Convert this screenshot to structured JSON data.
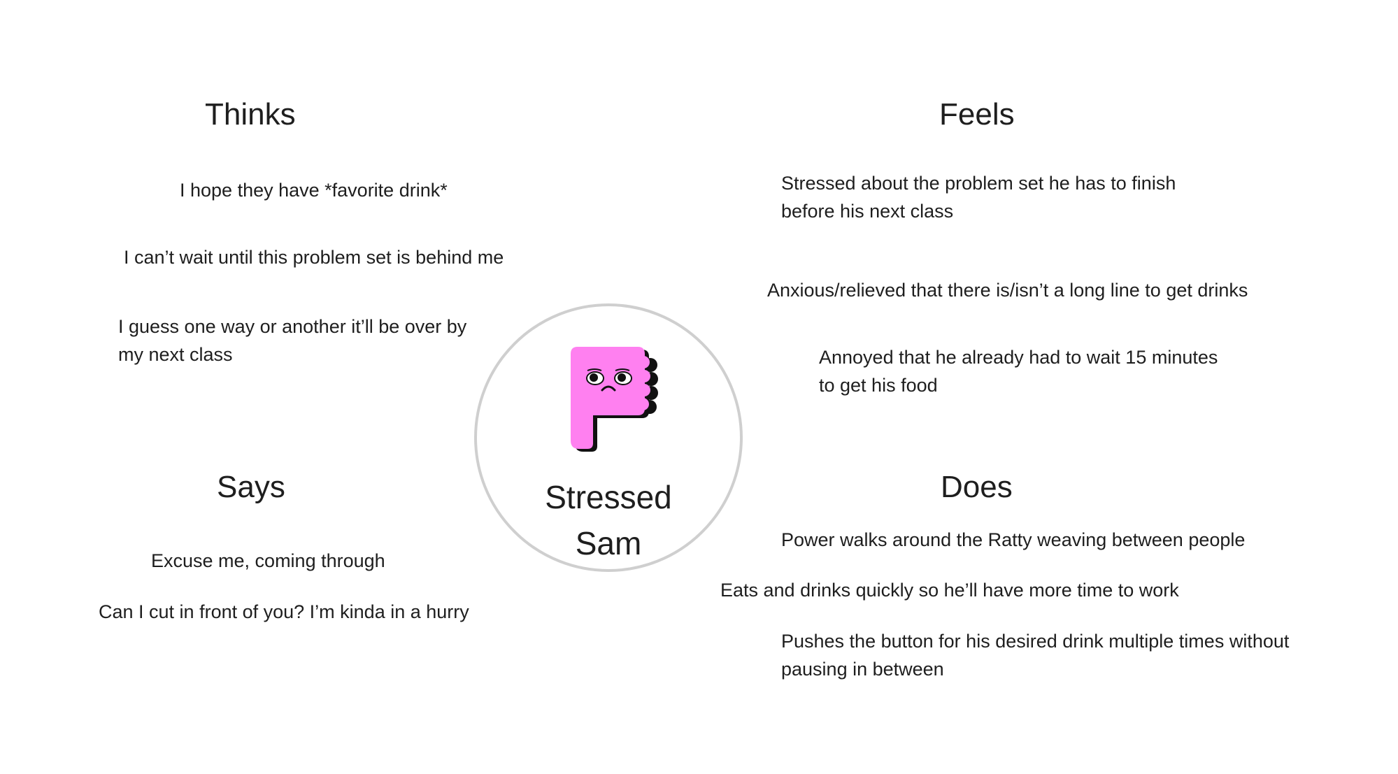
{
  "persona": {
    "name_line1": "Stressed",
    "name_line2": "Sam",
    "icon": "thumbs-down-face-icon",
    "icon_color": "#ff80f0"
  },
  "thinks": {
    "title": "Thinks",
    "items": [
      "I hope they have *favorite drink*",
      "I can’t wait until this problem set is behind me",
      "I guess one way or another it’ll be over by",
      "my next class"
    ]
  },
  "feels": {
    "title": "Feels",
    "items": [
      "Stressed about the problem set he has to finish",
      "before his next class",
      "Anxious/relieved that there is/isn’t a long line to get drinks",
      "Annoyed that he already had to wait 15 minutes",
      "to get his food"
    ]
  },
  "says": {
    "title": "Says",
    "items": [
      "Excuse me, coming through",
      "Can I cut in front of you? I’m kinda in a hurry"
    ]
  },
  "does": {
    "title": "Does",
    "items": [
      "Power walks around the Ratty weaving between people",
      "Eats and drinks quickly so he’ll have more time to work",
      "Pushes the button for his desired drink multiple times without",
      "pausing in between"
    ]
  }
}
